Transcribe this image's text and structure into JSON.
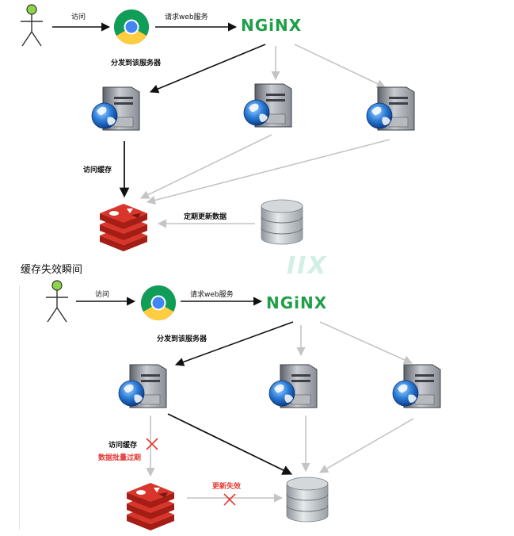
{
  "labels": {
    "top_visit": "访问",
    "top_request": "请求web服务",
    "top_distribute": "分发到该服务器",
    "top_access_cache": "访问缓存",
    "top_periodic_update": "定期更新数据",
    "section_title": "缓存失效瞬间",
    "bottom_visit": "访问",
    "bottom_request": "请求web服务",
    "bottom_distribute": "分发到该服务器",
    "bottom_access_cache": "访问缓存",
    "bottom_cache_expired": "数据批量过期",
    "bottom_update_failed": "更新失效",
    "nginx_logo": "NGiNX",
    "watermark": "IIX"
  },
  "colors": {
    "arrow_dark": "#111111",
    "arrow_light": "#c4c4c4",
    "error_red": "#e53935",
    "nginx_green": "#1f9f47",
    "actor_head": "#8ed44a",
    "redis_red": "#d8352b",
    "db_gray": "#b9bec2"
  },
  "icons": [
    "stick-figure-user-icon",
    "chrome-browser-icon",
    "nginx-logo",
    "server-globe-icon",
    "redis-icon",
    "database-icon",
    "cross-icon"
  ]
}
